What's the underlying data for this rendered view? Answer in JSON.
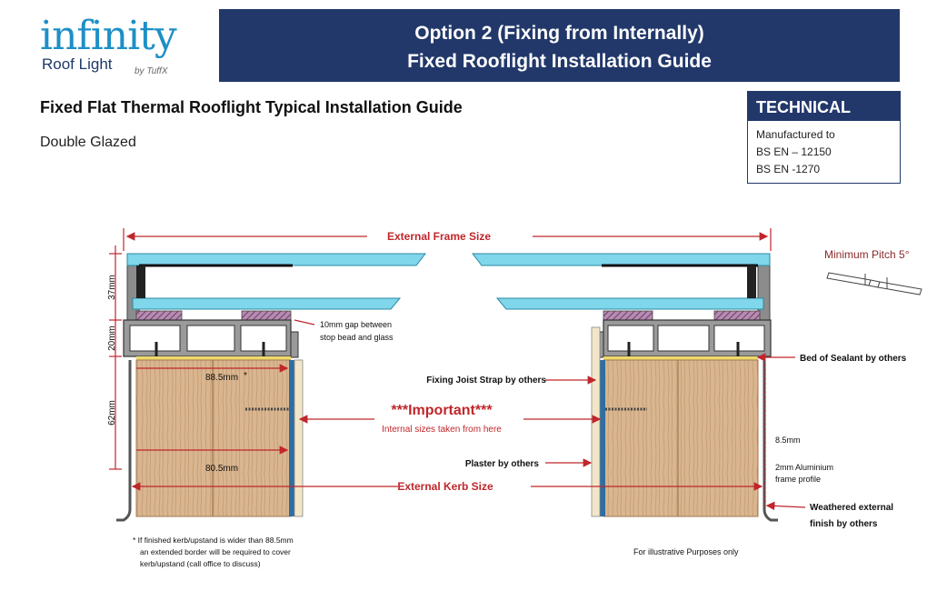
{
  "logo": {
    "word": "infinity",
    "sub": "Roof Light",
    "by": "by TuffX"
  },
  "banner": {
    "line1": "Option 2 (Fixing from Internally)",
    "line2": "Fixed Rooflight Installation Guide"
  },
  "title": "Fixed Flat Thermal Rooflight Typical Installation Guide",
  "subtitle": "Double Glazed",
  "technical": {
    "heading": "TECHNICAL",
    "lines": [
      "Manufactured to",
      "BS EN – 12150",
      "BS EN -1270"
    ]
  },
  "diagram": {
    "external_frame_size": "External Frame Size",
    "external_kerb_size": "External Kerb Size",
    "important": "***Important***",
    "internal_sizes": "Internal sizes taken from here",
    "dim_37": "37mm",
    "dim_20": "20mm",
    "dim_62": "62mm",
    "dim_88": "88.5mm",
    "dim_88_star": "*",
    "dim_80": "80.5mm",
    "gap_note_1": "10mm gap between",
    "gap_note_2": "stop bead and glass",
    "fixing_joist_strap": "Fixing Joist Strap by others",
    "plaster": "Plaster by others",
    "bed_of_sealant": "Bed of Sealant by others",
    "dim_85": "8.5mm",
    "frame_profile_1": "2mm Aluminium",
    "frame_profile_2": "frame profile",
    "weathered_1": "Weathered external",
    "weathered_2": "finish by others",
    "minimum_pitch": "Minimum Pitch 5°",
    "footnote_1": "* If finished kerb/upstand is wider than 88.5mm",
    "footnote_2": "an extended border will be required to cover",
    "footnote_3": "kerb/upstand (call office to discuss)",
    "illustrative": "For illustrative Purposes only"
  },
  "colors": {
    "navy": "#22386a",
    "logo_blue": "#1e8fc6",
    "dim_red": "#c0262b",
    "glass": "#7fd6ea",
    "timber": "#d8b48e",
    "plaster": "#f3e6c8",
    "strap": "#2f6ea1"
  }
}
